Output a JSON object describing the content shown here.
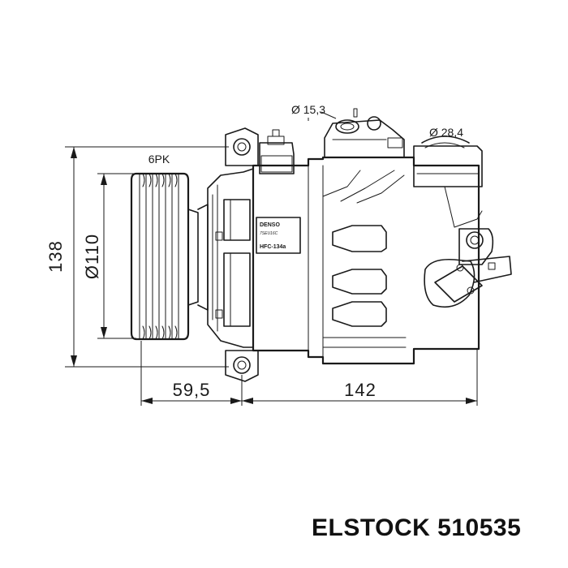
{
  "dimensions": {
    "height_total": "138",
    "pulley_diameter": "Ø110",
    "belt_type": "6PK",
    "pulley_offset": "59,5",
    "body_length": "142",
    "port_small": "Ø 15,3",
    "port_large": "Ø 28,4"
  },
  "label_plate": {
    "brand": "DENSO",
    "model": "7SEU16C",
    "refrigerant": "HFC-134a"
  },
  "footer": {
    "brand_name": "ELSTOCK",
    "part_number": "510535"
  }
}
